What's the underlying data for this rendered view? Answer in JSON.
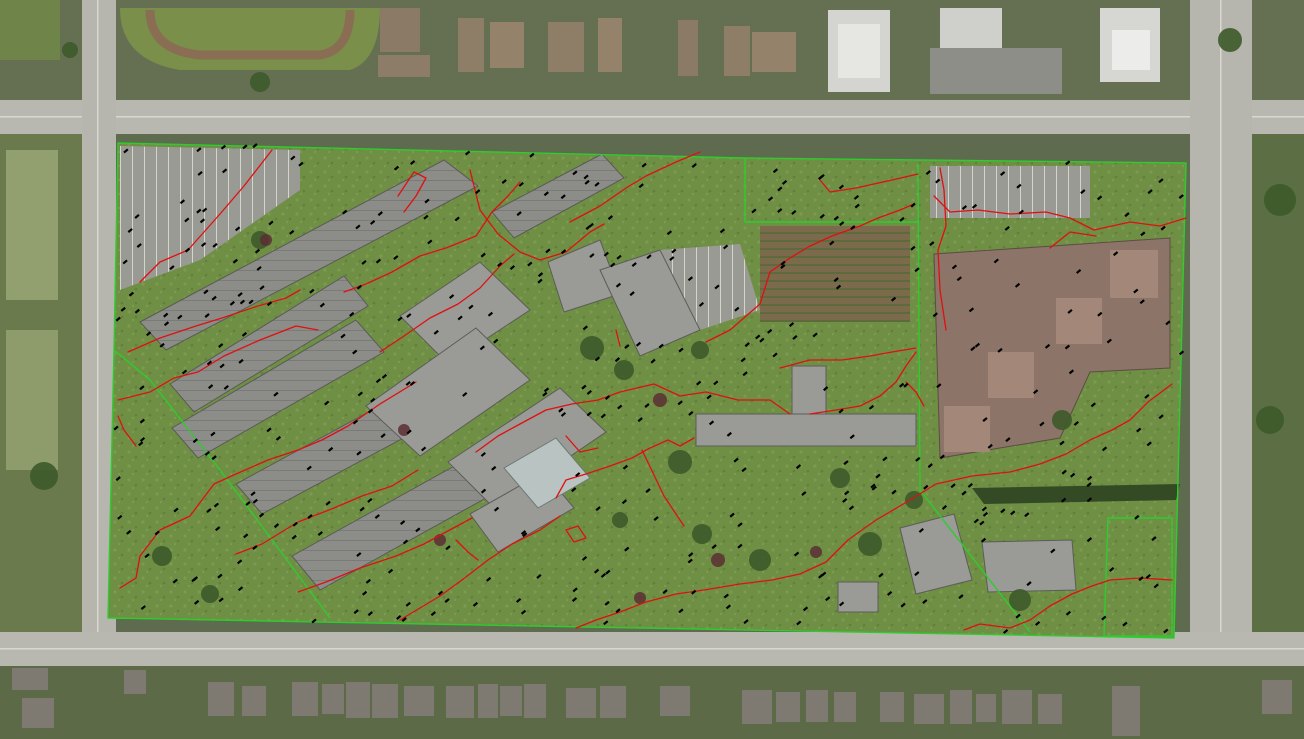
{
  "map": {
    "view": "aerial-orthophoto",
    "colors": {
      "site_boundary": "#2ecc2e",
      "contour_line": "#e01010",
      "elevation_tag": "#000000",
      "lawn": "#6f8f45",
      "tree_canopy": "#3d5a2a",
      "roof": "#8a8a8a",
      "road": "#b6b6ae",
      "parking": "#9c9c96",
      "track": "#7e6a4e",
      "shadow": "#4a4a44"
    },
    "layers": [
      "aerial-imagery",
      "site-boundary",
      "contour-lines",
      "survey-elevation-points"
    ]
  }
}
